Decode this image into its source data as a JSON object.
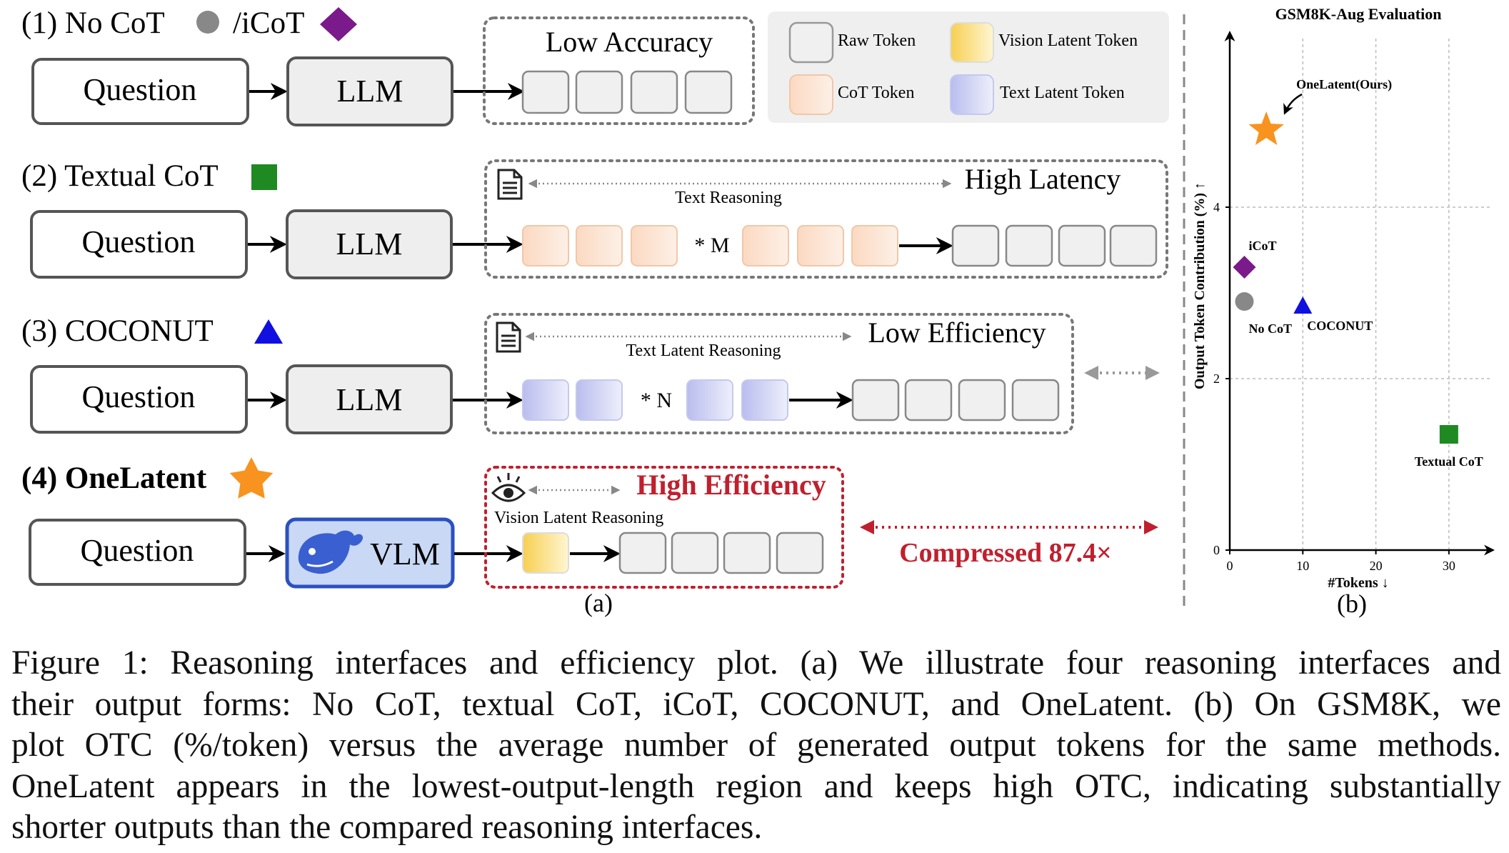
{
  "colors": {
    "raw_token": "#f0f0f0",
    "cot_token": "#fbe0cc",
    "vision_token": "#f7cf52",
    "text_latent_token": "#cdd1f3",
    "highlight_red": "#c0202e",
    "vlm_fill": "#c9d8f5",
    "vlm_border": "#2b50c0",
    "no_cot_marker": "#888888",
    "icot_marker": "#7b1a8a",
    "coconut_marker": "#1010e0",
    "textual_cot_marker": "#1f8a22",
    "onelatent_marker": "#f7931e"
  },
  "panel_a": {
    "label": "(a)",
    "rows": [
      {
        "title_prefix": "(1) No CoT",
        "title_mid": "/iCoT",
        "markers": [
          "circle-icon",
          "diamond-icon"
        ],
        "question": "Question",
        "model": "LLM",
        "box_title": "Low Accuracy"
      },
      {
        "title_prefix": "(2) Textual CoT",
        "markers": [
          "square-icon"
        ],
        "question": "Question",
        "model": "LLM",
        "box_title": "High Latency",
        "reasoning_label": "Text Reasoning",
        "repeat": "* M"
      },
      {
        "title_prefix": "(3) COCONUT",
        "markers": [
          "triangle-icon"
        ],
        "question": "Question",
        "model": "LLM",
        "box_title": "Low Efficiency",
        "reasoning_label": "Text Latent Reasoning",
        "repeat": "* N"
      },
      {
        "title_prefix": "(4) OneLatent",
        "markers": [
          "star-icon"
        ],
        "question": "Question",
        "model": "VLM",
        "box_title": "High Efficiency",
        "reasoning_label": "Vision Latent Reasoning"
      }
    ],
    "legend": [
      {
        "label": "Raw Token",
        "type": "raw"
      },
      {
        "label": "Vision Latent Token",
        "type": "vision"
      },
      {
        "label": "CoT Token",
        "type": "cot"
      },
      {
        "label": "Text Latent Token",
        "type": "text_latent"
      }
    ],
    "compressed_label": "Compressed 87.4×"
  },
  "chart_data": {
    "type": "scatter",
    "title": "GSM8K-Aug Evaluation",
    "xlabel": "#Tokens ↓",
    "ylabel": "Output Token Contribution (%) ↑",
    "panel_label": "(b)",
    "xlim": [
      0,
      35
    ],
    "ylim": [
      0,
      6
    ],
    "xticks": [
      0,
      10,
      20,
      30
    ],
    "yticks": [
      0,
      2,
      4
    ],
    "grid": true,
    "points": [
      {
        "name": "OneLatent(Ours)",
        "x": 5,
        "y": 4.9,
        "marker": "star",
        "color": "#f7931e"
      },
      {
        "name": "iCoT",
        "x": 2,
        "y": 3.3,
        "marker": "diamond",
        "color": "#7b1a8a"
      },
      {
        "name": "No CoT",
        "x": 2,
        "y": 2.9,
        "marker": "circle",
        "color": "#888888"
      },
      {
        "name": "COCONUT",
        "x": 10,
        "y": 2.85,
        "marker": "triangle",
        "color": "#1010e0"
      },
      {
        "name": "Textual CoT",
        "x": 30,
        "y": 1.35,
        "marker": "square",
        "color": "#1f8a22"
      }
    ]
  },
  "caption": {
    "lines": [
      "Figure 1: Reasoning interfaces and efficiency plot. (a) We illustrate four reasoning interfaces and",
      "their output forms: No CoT, textual CoT, iCoT, COCONUT, and OneLatent. (b) On GSM8K, we",
      "plot OTC (%/token) versus the average number of generated output tokens for the same methods.",
      "OneLatent appears in the lowest-output-length region and keeps high OTC, indicating substantially",
      "shorter outputs than the compared reasoning interfaces."
    ]
  }
}
